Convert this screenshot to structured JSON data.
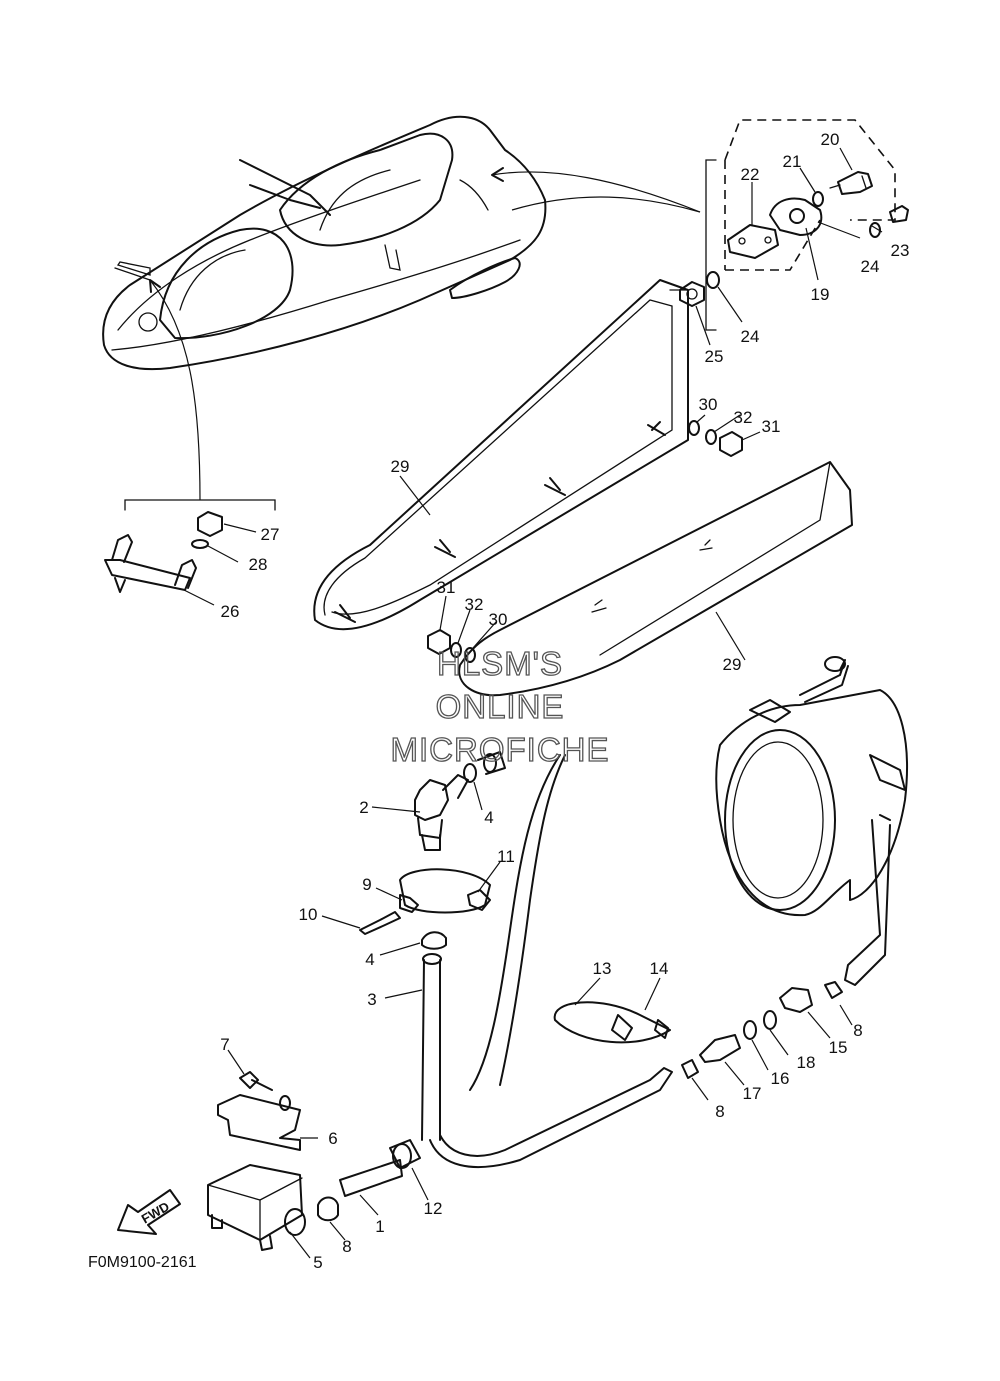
{
  "diagram": {
    "figure_code": "F0M9100-2161",
    "fwd_label": "FWD",
    "watermark": [
      "HLSM'S",
      "ONLINE",
      "MICROFICHE"
    ],
    "callouts": {
      "c1": "1",
      "c2": "2",
      "c3": "3",
      "c4a": "4",
      "c4b": "4",
      "c5": "5",
      "c6": "6",
      "c7": "7",
      "c8a": "8",
      "c8b": "8",
      "c8c": "8",
      "c9": "9",
      "c10": "10",
      "c11": "11",
      "c12": "12",
      "c13": "13",
      "c14": "14",
      "c15": "15",
      "c16": "16",
      "c17": "17",
      "c18": "18",
      "c19": "19",
      "c20": "20",
      "c21": "21",
      "c22": "22",
      "c23": "23",
      "c24a": "24",
      "c24b": "24",
      "c25": "25",
      "c26": "26",
      "c27": "27",
      "c28": "28",
      "c29a": "29",
      "c29b": "29",
      "c30a": "30",
      "c30b": "30",
      "c31a": "31",
      "c31b": "31",
      "c32a": "32",
      "c32b": "32"
    }
  }
}
